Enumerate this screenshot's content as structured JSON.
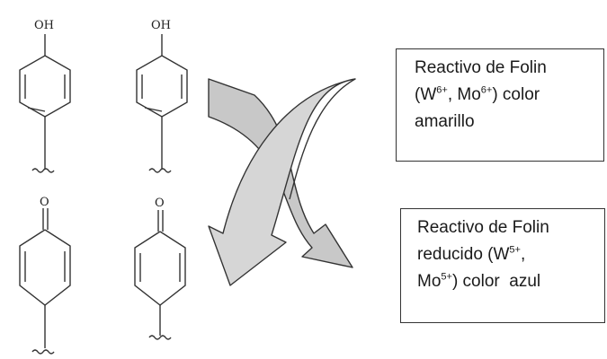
{
  "molecules": {
    "phenol_label_1": "OH",
    "phenol_label_2": "OH",
    "quinone_label_1": "O",
    "quinone_label_2": "O"
  },
  "box_oxidized": {
    "line1": "Reactivo de Folin",
    "line2_pre": "(W",
    "line2_sup1": "6+",
    "line2_mid": ", Mo",
    "line2_sup2": "6+",
    "line2_post": ") color",
    "line3": "amarillo"
  },
  "box_reduced": {
    "line1": "Reactivo de Folin",
    "line2_pre": "reducido (W",
    "line2_sup1": "5+",
    "line2_post": ",",
    "line3_pre": "Mo",
    "line3_sup": "5+",
    "line3_post": ") color  azul"
  },
  "colors": {
    "arrow_fill_left": "#c8c8c8",
    "arrow_fill_right": "#d8d8d8",
    "stroke": "#333333"
  }
}
